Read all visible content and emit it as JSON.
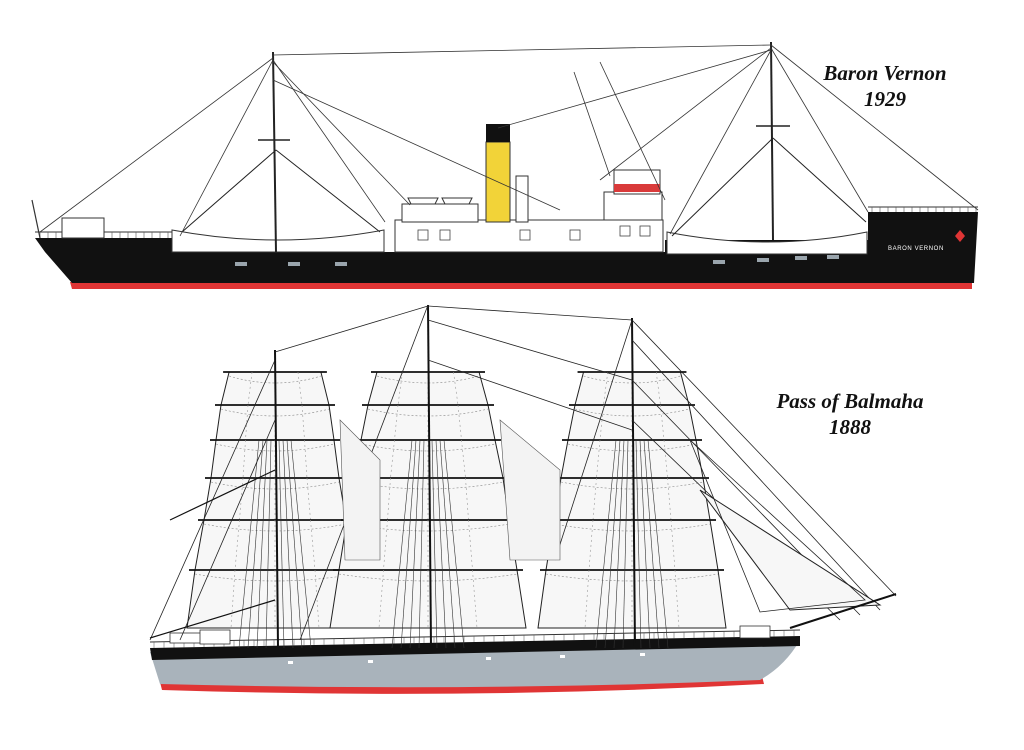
{
  "steamer": {
    "name": "Baron Vernon",
    "year": "1929",
    "hull_name": "BARON VERNON",
    "colors": {
      "hull": "#111111",
      "boot_top": "#e03535",
      "funnel": "#f2d338",
      "funnel_top": "#111111",
      "bridge_accent": "#d93a3a"
    }
  },
  "bark": {
    "name": "Pass of Balmaha",
    "year": "1888",
    "colors": {
      "hull_upper": "#111111",
      "hull_lower": "#a9b3bb",
      "boot_top": "#e03535"
    }
  }
}
